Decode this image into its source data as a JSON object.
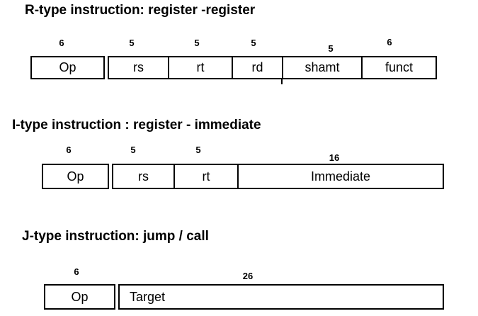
{
  "colors": {
    "background": "#ffffff",
    "ink": "#000000"
  },
  "sections": [
    {
      "id": "r-type",
      "title": "R-type instruction: register -register",
      "fields": [
        {
          "bits": "6",
          "label": "Op"
        },
        {
          "bits": "5",
          "label": "rs"
        },
        {
          "bits": "5",
          "label": "rt"
        },
        {
          "bits": "5",
          "label": "rd"
        },
        {
          "bits": "5",
          "label": "shamt"
        },
        {
          "bits": "6",
          "label": "funct"
        }
      ]
    },
    {
      "id": "i-type",
      "title": "I-type instruction : register - immediate",
      "fields": [
        {
          "bits": "6",
          "label": "Op"
        },
        {
          "bits": "5",
          "label": "rs"
        },
        {
          "bits": "5",
          "label": "rt"
        },
        {
          "bits": "16",
          "label": "Immediate"
        }
      ]
    },
    {
      "id": "j-type",
      "title": "J-type instruction: jump / call",
      "fields": [
        {
          "bits": "6",
          "label": "Op"
        },
        {
          "bits": "26",
          "label": "Target"
        }
      ]
    }
  ]
}
